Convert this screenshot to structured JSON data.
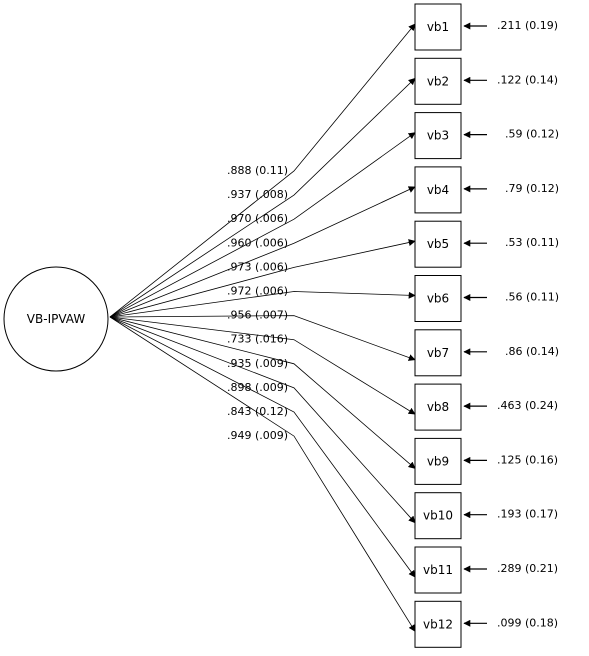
{
  "latent": {
    "label": "VB-IPVAW"
  },
  "indicators": [
    {
      "label": "vb1",
      "loading": ".888 (0.11)",
      "error": ".211 (0.19)"
    },
    {
      "label": "vb2",
      "loading": ".937 (.008)",
      "error": ".122 (0.14)"
    },
    {
      "label": "vb3",
      "loading": ".970 (.006)",
      "error": ".59 (0.12)"
    },
    {
      "label": "vb4",
      "loading": ".960 (.006)",
      "error": ".79 (0.12)"
    },
    {
      "label": "vb5",
      "loading": ".973 (.006)",
      "error": ".53 (0.11)"
    },
    {
      "label": "vb6",
      "loading": ".972 (.006)",
      "error": ".56 (0.11)"
    },
    {
      "label": "vb7",
      "loading": ".956 (.007)",
      "error": ".86 (0.14)"
    },
    {
      "label": "vb8",
      "loading": ".733 (.016)",
      "error": ".463 (0.24)"
    },
    {
      "label": "vb9",
      "loading": ".935 (.009)",
      "error": ".125 (0.16)"
    },
    {
      "label": "vb10",
      "loading": ".898 (.009)",
      "error": ".193 (0.17)"
    },
    {
      "label": "vb11",
      "loading": ".843 (0.12)",
      "error": ".289 (0.21)"
    },
    {
      "label": "vb12",
      "loading": ".949 (.009)",
      "error": ".099 (0.18)"
    }
  ]
}
